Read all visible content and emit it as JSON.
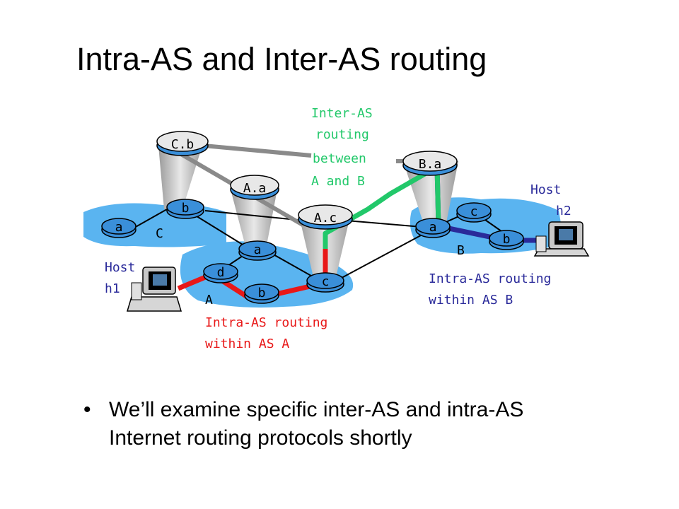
{
  "slide": {
    "title": "Intra-AS and Inter-AS routing",
    "bullet_marker": "•",
    "bullet": "We’ll examine specific inter-AS and intra-AS Internet routing protocols shortly"
  },
  "diagram": {
    "routers": {
      "cb": "C.b",
      "cbb": "b",
      "ca": "a",
      "aa": "A.a",
      "aa_a": "a",
      "ad": "d",
      "ab": "b",
      "ac": "A.c",
      "ac_c": "c",
      "ba": "B.a",
      "bc": "c",
      "bb": "b",
      "b_a": "a"
    },
    "as_labels": {
      "c": "C",
      "a": "A",
      "b": "B"
    },
    "hosts": {
      "h1_line1": "Host",
      "h1_line2": "h1",
      "h2_line1": "Host",
      "h2_line2": "h2"
    },
    "annotations": {
      "inter_l1": "Inter-AS",
      "inter_l2": "routing",
      "inter_l3": "between",
      "inter_l4": "A and B",
      "intra_a_l1": "Intra-AS routing",
      "intra_a_l2": "within AS A",
      "intra_b_l1": "Intra-AS routing",
      "intra_b_l2": "within AS B"
    },
    "colors": {
      "cloud": "#5ab4f0",
      "router_blue": "#3a8fd9",
      "inter_path": "#22c86a",
      "intra_a_path": "#e81818",
      "intra_b_path": "#2a2a9a",
      "gray_link": "#8a8a8a",
      "intra_a_text": "#e81818",
      "intra_b_text": "#2a2a9a",
      "inter_text": "#22c86a",
      "host_text": "#2a2a9a"
    }
  }
}
